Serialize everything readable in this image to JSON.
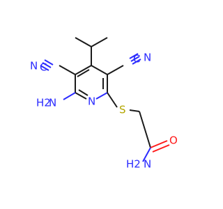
{
  "molecule": {
    "atoms": {
      "amino_n": {
        "text": "N",
        "color": "#2b2bff"
      },
      "amino_h2": {
        "text": "H2",
        "sub": "2",
        "color": "#2b2bff"
      },
      "ring_n": {
        "text": "N",
        "color": "#2b2bff"
      },
      "sulfur": {
        "text": "S",
        "color": "#b3a600"
      },
      "amide_o": {
        "text": "O",
        "color": "#ff1a1a"
      },
      "amide_n": {
        "text": "N",
        "color": "#2b2bff"
      },
      "amide_h2": {
        "text": "H2",
        "sub": "2",
        "color": "#2b2bff"
      },
      "nitrile_left_n": {
        "text": "N",
        "color": "#2b2bff"
      },
      "nitrile_left_c": {
        "text": "C",
        "color": "#2b2bff"
      },
      "nitrile_right_c": {
        "text": "C",
        "color": "#2b2bff"
      },
      "nitrile_right_n": {
        "text": "N",
        "color": "#2b2bff"
      }
    }
  }
}
